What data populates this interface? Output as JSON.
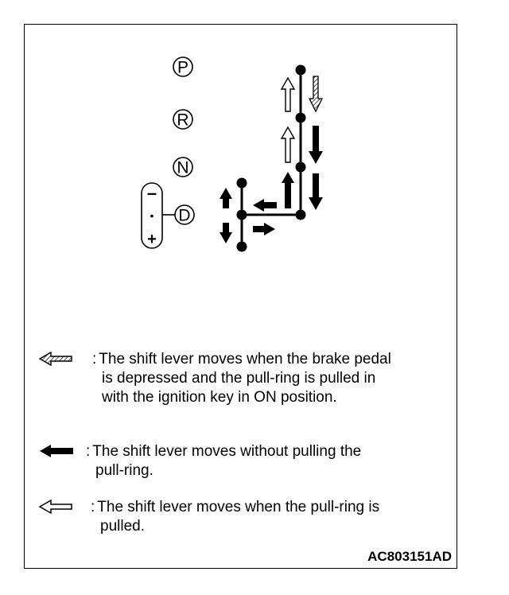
{
  "gears": [
    "P",
    "R",
    "N",
    "D"
  ],
  "tiptronic": {
    "minus": "–",
    "center": "•",
    "plus": "+"
  },
  "legend": [
    {
      "icon": "hatched-arrow-left-icon",
      "lines": [
        "The shift lever moves when the brake pedal",
        "is depressed and the pull-ring is pulled in",
        "with the ignition key in ON position."
      ]
    },
    {
      "icon": "solid-arrow-left-icon",
      "lines": [
        "The shift lever moves without pulling the",
        "pull-ring."
      ]
    },
    {
      "icon": "hollow-arrow-left-icon",
      "lines": [
        "The shift lever moves when the pull-ring is",
        "pulled."
      ]
    }
  ],
  "legend_colon": ":",
  "figure_code": "AC803151AD",
  "colors": {
    "ink": "#000000",
    "paper": "#ffffff"
  }
}
